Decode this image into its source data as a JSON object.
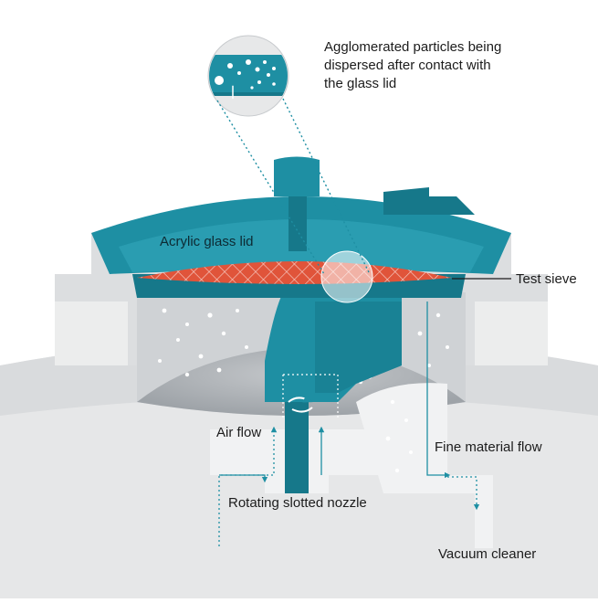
{
  "labels": {
    "callout_line1": "Agglomerated particles being",
    "callout_line2": "dispersed after contact with",
    "callout_line3": "the glass lid",
    "acrylic_lid": "Acrylic glass lid",
    "test_sieve": "Test sieve",
    "air_flow": "Air flow",
    "fine_material_flow": "Fine material flow",
    "rotating_nozzle": "Rotating slotted nozzle",
    "vacuum_cleaner": "Vacuum cleaner"
  },
  "colors": {
    "teal": "#1e8fa3",
    "teal_dark": "#16788a",
    "sieve_red": "#e0543a",
    "grey_light": "#e8e9ea",
    "grey_mid": "#d4d6d8",
    "grey_dark": "#a9adb1",
    "flow_line": "#1e8fa3"
  },
  "icons": [
    "rotation-arrow-icon",
    "flow-arrow-icon"
  ]
}
